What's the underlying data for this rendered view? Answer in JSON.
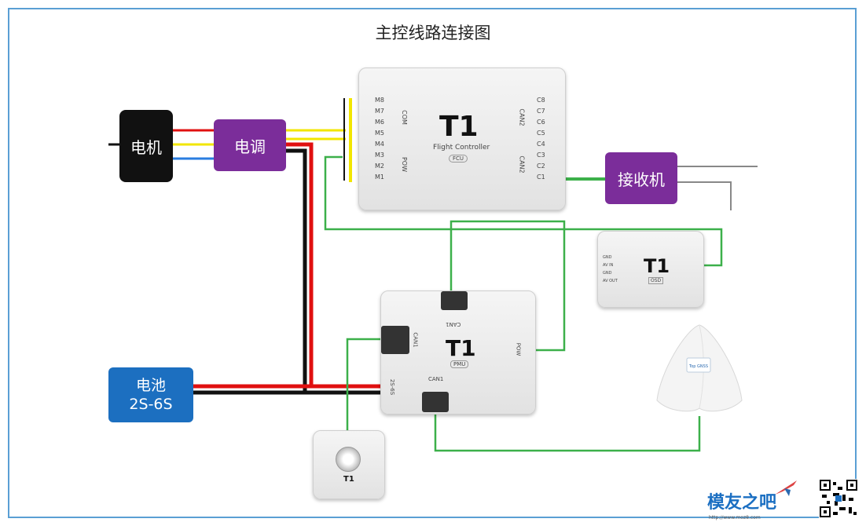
{
  "title": "主控线路连接图",
  "motor": {
    "label": "电机"
  },
  "esc": {
    "label": "电调"
  },
  "receiver": {
    "label": "接收机"
  },
  "battery": {
    "label": "电池",
    "spec": "2S-6S"
  },
  "flight_controller": {
    "brand": "T1",
    "model": "Flight Controller",
    "badge": "FCU",
    "left_pins": [
      "M8",
      "M7",
      "M6",
      "M5",
      "M4",
      "M3",
      "M2",
      "M1"
    ],
    "right_pins": [
      "C8",
      "C7",
      "C6",
      "C5",
      "C4",
      "C3",
      "C2",
      "C1"
    ],
    "port_com": "COM",
    "port_pow": "POW",
    "port_can2": "CAN2",
    "port_can2b": "CAN2"
  },
  "osd_module": {
    "brand": "T1",
    "badge": "OSD",
    "pins": [
      "GND",
      "AV IN",
      "GND",
      "AV OUT"
    ]
  },
  "pmu": {
    "brand": "T1",
    "badge": "PMU",
    "port_can1_top": "CAN1",
    "port_can1_left": "CAN1",
    "port_can1_bottom": "CAN1",
    "port_pow": "POW",
    "port_bat": "2S-6S"
  },
  "led": {
    "brand": "T1"
  },
  "gps": {
    "label": "Top GNSS"
  },
  "watermark": {
    "text": "模友之吧",
    "url": "http://www.moz8.com"
  },
  "colors": {
    "purple": "#7b2d9a",
    "black": "#111111",
    "blue": "#1c6fc0",
    "wire_green": "#3cb04a",
    "wire_red": "#e01010",
    "wire_yellow": "#f2e600",
    "wire_blue": "#2a7de0",
    "frame": "#5a9fd4"
  }
}
